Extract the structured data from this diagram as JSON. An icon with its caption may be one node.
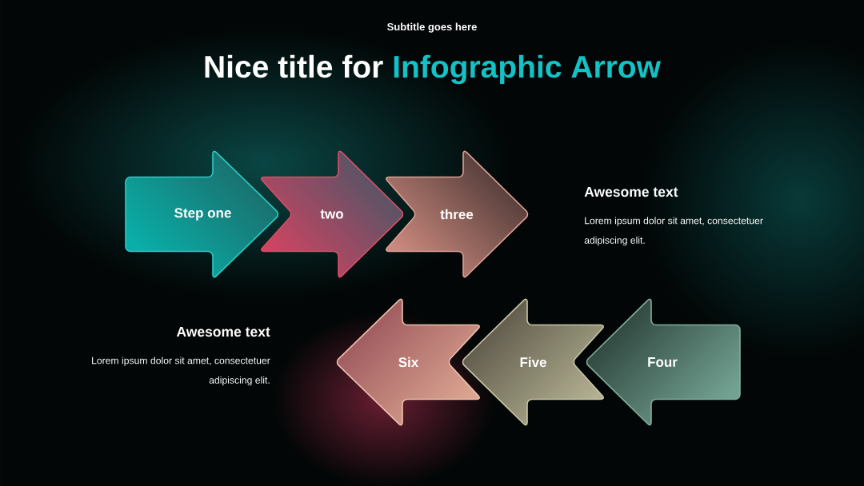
{
  "diagram": {
    "title": "Nice title for Infographic Arrow",
    "nodes": [
      {
        "text": [
          "Step one"
        ]
      },
      {
        "text": [
          "two"
        ]
      },
      {
        "text": [
          "three"
        ]
      },
      {
        "text": [
          "Four"
        ]
      },
      {
        "text": [
          "Five"
        ]
      },
      {
        "text": [
          "Six"
        ]
      }
    ],
    "labels": [
      "Subtitle goes here",
      "Awesome text",
      "Lorem ipsum dolor sit amet, consectetuer adipiscing elit.",
      "Awesome text",
      "Lorem ipsum dolor sit amet, consectetuer adipiscing elit."
    ]
  }
}
